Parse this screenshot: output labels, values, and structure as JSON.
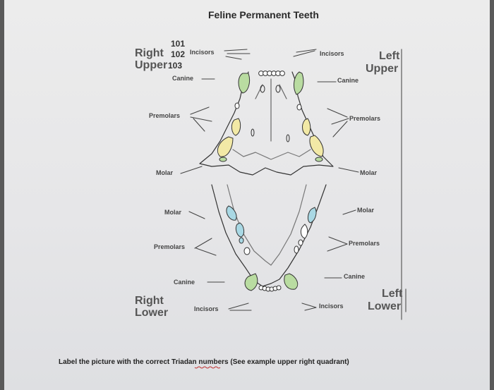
{
  "title": "Feline Permanent Teeth",
  "quadrants": {
    "right_upper": {
      "line1": "Right",
      "line2": "Upper"
    },
    "left_upper": {
      "line1": "Left",
      "line2": "Upper"
    },
    "right_lower": {
      "line1": "Right",
      "line2": "Lower"
    },
    "left_lower": {
      "line1": "Left",
      "line2": "Lower"
    }
  },
  "example_numbers": [
    "101",
    "102",
    "103"
  ],
  "labels": {
    "incisors_ru": "Incisors",
    "incisors_lu": "Incisors",
    "incisors_rl": "Incisors",
    "incisors_ll": "Incisors",
    "canine_ru": "Canine",
    "canine_lu": "Canine",
    "canine_rl": "Canine",
    "canine_ll": "Canine",
    "premolars_ru": "Premolars",
    "premolars_lu": "Premolars",
    "premolars_rl": "Premolars",
    "premolars_ll": "Premolars",
    "molar_ru": "Molar",
    "molar_lu": "Molar",
    "molar_rl": "Molar",
    "molar_ll": "Molar"
  },
  "instruction": "Label the picture with the correct Triadan numbers (See example upper right quadrant)",
  "colors": {
    "incisor": "#ffffff",
    "canine": "#b9dca1",
    "premolar": "#f2e9a6",
    "lower_premolar": "#a9d8e4",
    "outline": "#333333"
  }
}
